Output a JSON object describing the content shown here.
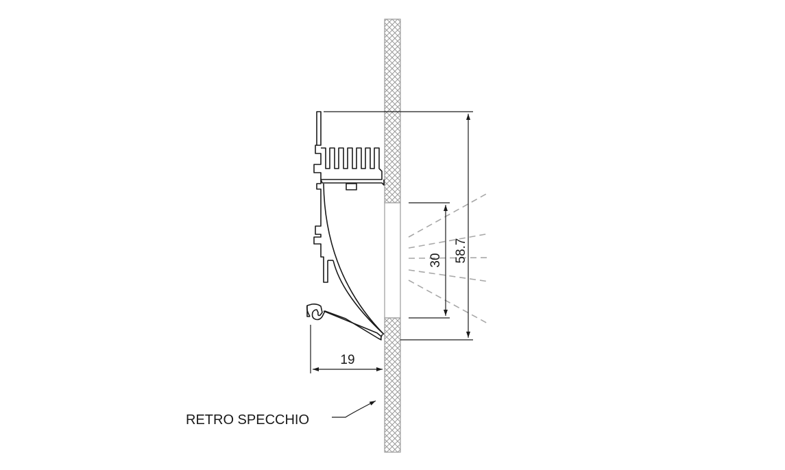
{
  "dimensions": {
    "total_height": "58.7",
    "opening_height": "30",
    "depth": "19"
  },
  "labels": {
    "mirror_back": "RETRO SPECCHIO"
  },
  "colors": {
    "line": "#1a1a1a",
    "hatch": "#9a9a9a",
    "light_rays": "#a8a8a8"
  }
}
